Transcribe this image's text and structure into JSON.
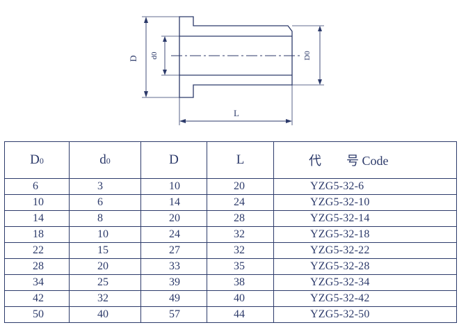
{
  "drawing": {
    "label_D": "D",
    "label_d0": "d0",
    "label_D0": "D0",
    "label_L": "L"
  },
  "table": {
    "headers": [
      {
        "main": "D",
        "sub": "0"
      },
      {
        "main": "d",
        "sub": "0"
      },
      {
        "main": "D",
        "sub": ""
      },
      {
        "main": "L",
        "sub": ""
      },
      {
        "main": "代　　号 Code",
        "sub": ""
      }
    ],
    "rows": [
      [
        "6",
        "3",
        "10",
        "20",
        "YZG5-32-6"
      ],
      [
        "10",
        "6",
        "14",
        "24",
        "YZG5-32-10"
      ],
      [
        "14",
        "8",
        "20",
        "28",
        "YZG5-32-14"
      ],
      [
        "18",
        "10",
        "24",
        "32",
        "YZG5-32-18"
      ],
      [
        "22",
        "15",
        "27",
        "32",
        "YZG5-32-22"
      ],
      [
        "28",
        "20",
        "33",
        "35",
        "YZG5-32-28"
      ],
      [
        "34",
        "25",
        "39",
        "38",
        "YZG5-32-34"
      ],
      [
        "42",
        "32",
        "49",
        "40",
        "YZG5-32-42"
      ],
      [
        "50",
        "40",
        "57",
        "44",
        "YZG5-32-50"
      ]
    ]
  }
}
